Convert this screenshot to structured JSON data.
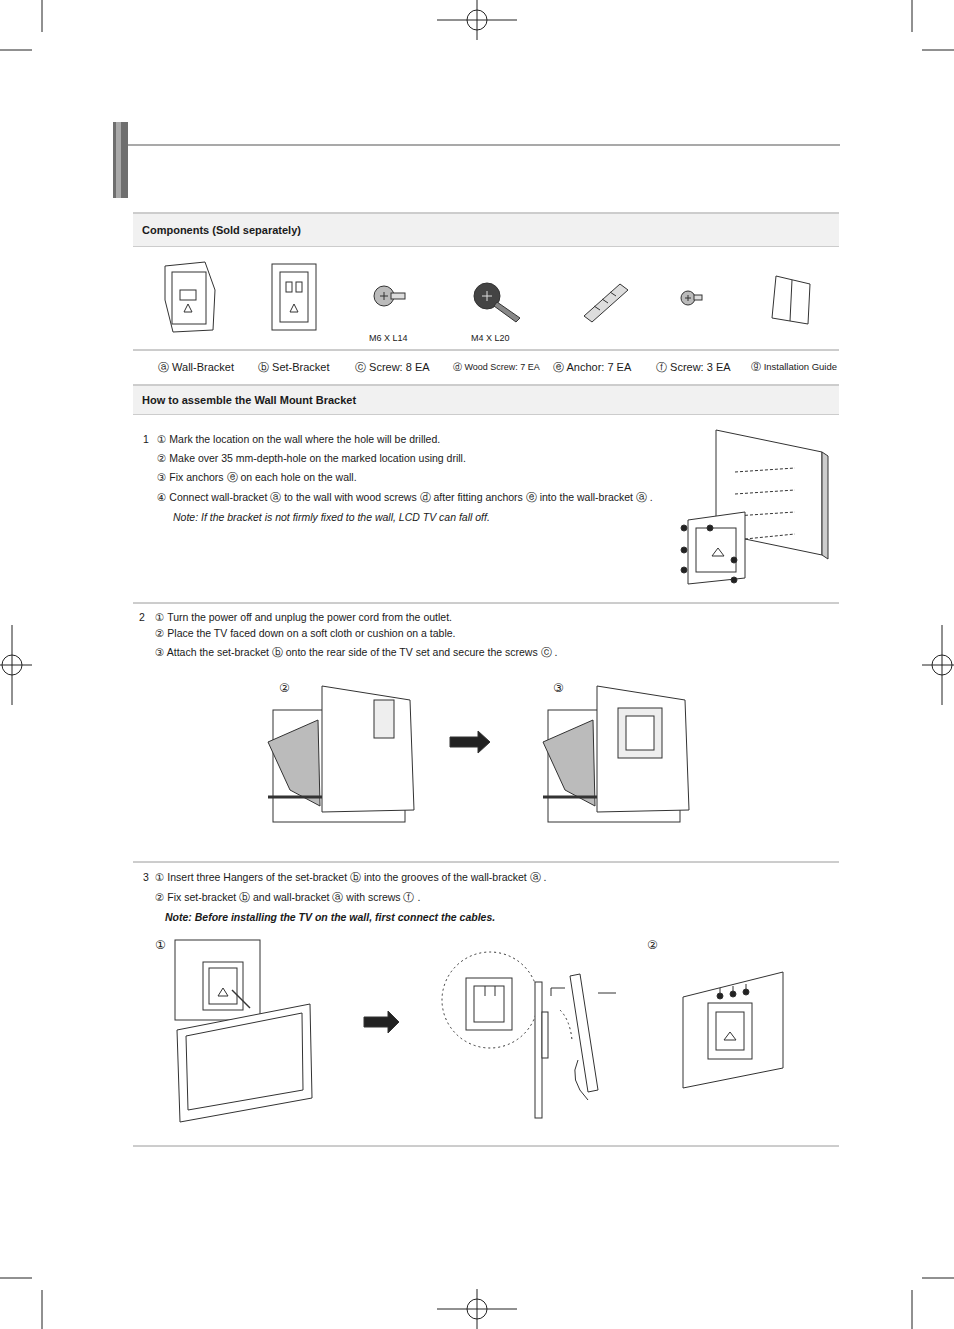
{
  "diagram": {
    "nodes": [
      {
        "text": [
          "Components (Sold separately)"
        ]
      },
      {
        "text": [
          "How to assemble the Wall Mount Bracket"
        ]
      }
    ],
    "labels": [
      "M6 X L14",
      "M4 X L20",
      "ⓐ Wall-Bracket",
      "ⓑ Set-Bracket",
      "ⓒ Screw: 8 EA",
      "ⓓ Wood Screw: 7 EA",
      "ⓔ Anchor: 7 EA",
      "ⓕ Screw: 3 EA",
      "ⓖ Installation Guide",
      "1",
      "① Mark the location on the wall where the hole will be drilled.",
      "② Make over 35 mm-depth-hole on the marked location using drill.",
      "③ Fix anchors ⓔ on each hole on the wall.",
      "④ Connect wall-bracket ⓐ to the wall with wood screws ⓓ after fitting anchors ⓔ into the wall-bracket ⓐ .",
      "Note: If the bracket is not firmly fixed to the wall, LCD TV can fall off.",
      "2",
      "① Turn the power off and unplug the power cord from the outlet.",
      "② Place the TV faced down on a soft cloth or cushion on a table.",
      "③ Attach the set-bracket ⓑ onto the rear side of the TV set and secure the screws ⓒ .",
      "②",
      "③",
      "3",
      "① Insert three Hangers of the set-bracket ⓑ  into the grooves of the wall-bracket ⓐ .",
      "② Fix set-bracket ⓑ and wall-bracket ⓐ with screws ⓕ .",
      "Note: Before installing the TV on the wall, first connect the cables.",
      "①",
      "②"
    ]
  }
}
